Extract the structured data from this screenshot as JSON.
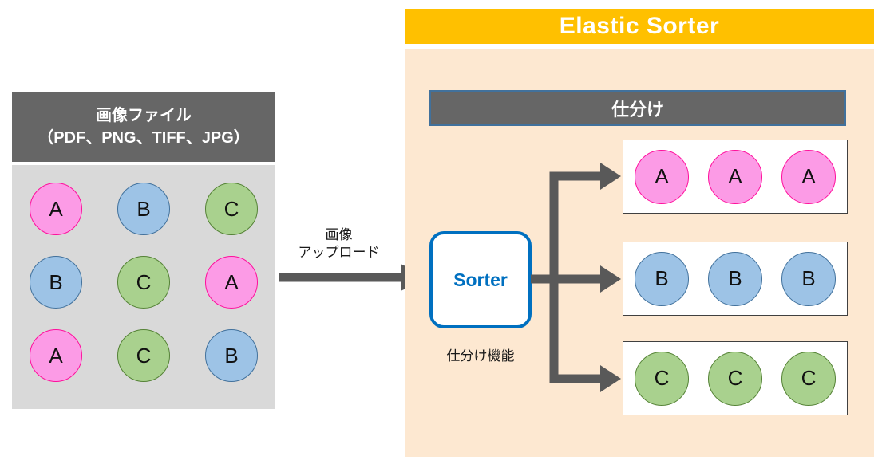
{
  "left_panel": {
    "title_line1": "画像ファイル",
    "title_line2": "（PDF、PNG、TIFF、JPG）",
    "grid": [
      [
        "A",
        "B",
        "C"
      ],
      [
        "B",
        "C",
        "A"
      ],
      [
        "A",
        "C",
        "B"
      ]
    ]
  },
  "upload": {
    "label_line1": "画像",
    "label_line2": "アップロード"
  },
  "right_panel": {
    "title": "Elastic Sorter",
    "sort_header": "仕分け",
    "sorter_label": "Sorter",
    "sorter_caption": "仕分け機能",
    "output_rows": [
      {
        "name": "row-a",
        "items": [
          "A",
          "A",
          "A"
        ]
      },
      {
        "name": "row-b",
        "items": [
          "B",
          "B",
          "B"
        ]
      },
      {
        "name": "row-c",
        "items": [
          "C",
          "C",
          "C"
        ]
      }
    ]
  },
  "circle_color_map": {
    "A": "pink",
    "B": "blue",
    "C": "green"
  },
  "circle_colors": {
    "pink": {
      "fill": "#FC9BE6",
      "border": "#FF0E9C"
    },
    "blue": {
      "fill": "#9DC3E6",
      "border": "#41719C"
    },
    "green": {
      "fill": "#A9D18E",
      "border": "#548235"
    }
  },
  "colors": {
    "header_orange": "#FFC000",
    "panel_peach": "#FDE8D1",
    "header_gray": "#666666",
    "panel_gray": "#D9D9D9",
    "arrow_gray": "#595959",
    "sorter_blue": "#0070C0",
    "sort_bar_border": "#41719C",
    "output_border": "#404040",
    "text_black": "#1A1A1A"
  }
}
